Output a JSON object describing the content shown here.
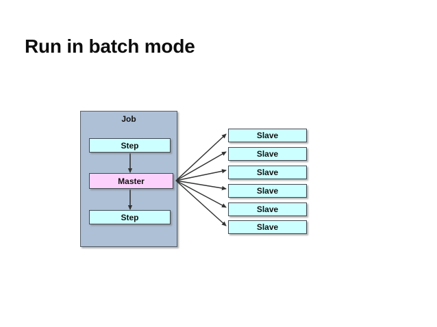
{
  "slide": {
    "title": "Run in batch mode",
    "background_color": "#ffffff",
    "title_color": "#0d0d0d"
  },
  "diagram": {
    "type": "master-slave-batch-architecture",
    "job": {
      "label": "Job",
      "fill_color": "#aec0d6",
      "border_color": "#555d66",
      "nodes": [
        {
          "id": "step-top",
          "label": "Step",
          "fill_color": "#ccffff"
        },
        {
          "id": "master",
          "label": "Master",
          "fill_color": "#fcd2fc"
        },
        {
          "id": "step-bottom",
          "label": "Step",
          "fill_color": "#ccffff"
        }
      ],
      "internal_flow": "Step -> Master -> Step"
    },
    "slaves": {
      "count": 6,
      "fill_color": "#ccffff",
      "border_color": "#3f4a52",
      "items": [
        {
          "label": "Slave"
        },
        {
          "label": "Slave"
        },
        {
          "label": "Slave"
        },
        {
          "label": "Slave"
        },
        {
          "label": "Slave"
        },
        {
          "label": "Slave"
        }
      ]
    },
    "connections": {
      "from": "master",
      "to": "slaves",
      "style": "fan-out-arrows",
      "color": "#333333"
    }
  }
}
